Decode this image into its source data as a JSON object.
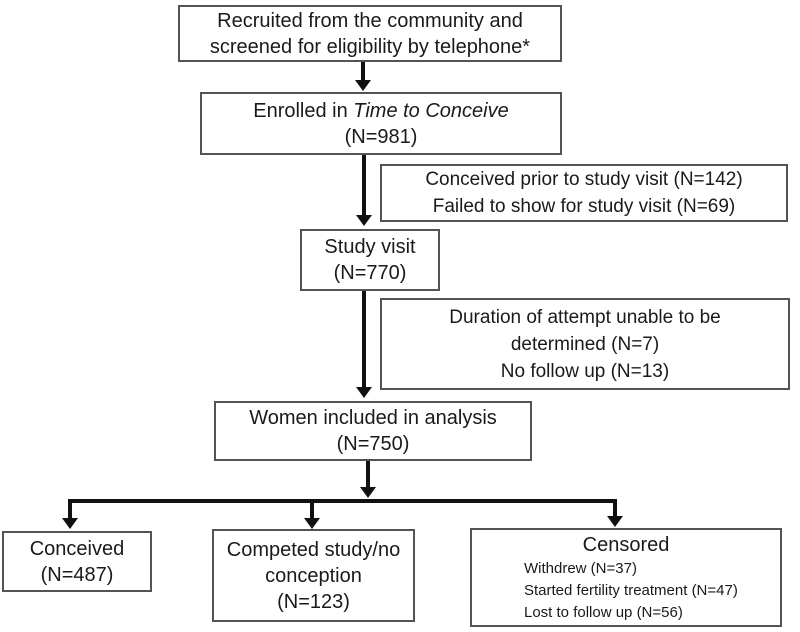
{
  "boxes": {
    "recruited": {
      "line1": "Recruited from the community and",
      "line2": "screened for eligibility by telephone*"
    },
    "enrolled": {
      "prefix": "Enrolled in ",
      "study_name": "Time to Conceive",
      "n": "(N=981)"
    },
    "excluded_before_visit": {
      "line1": "Conceived prior to study visit (N=142)",
      "line2": "Failed to show for study visit (N=69)"
    },
    "study_visit": {
      "title": "Study visit",
      "n": "(N=770)"
    },
    "excluded_after_visit": {
      "line1": "Duration of attempt unable to be",
      "line2": "determined (N=7)",
      "line3": "No follow up (N=13)"
    },
    "analysis": {
      "title": "Women included in analysis",
      "n": "(N=750)"
    },
    "conceived": {
      "title": "Conceived",
      "n": "(N=487)"
    },
    "completed_no_conception": {
      "line1": "Competed study/no",
      "line2": "conception",
      "n": "(N=123)"
    },
    "censored": {
      "title": "Censored",
      "items": [
        "Withdrew (N=37)",
        "Started fertility treatment (N=47)",
        "Lost to follow up (N=56)"
      ]
    }
  },
  "colors": {
    "background": "#ffffff",
    "box_border": "#545454",
    "arrow": "#111111",
    "text": "#1a1a1a"
  }
}
